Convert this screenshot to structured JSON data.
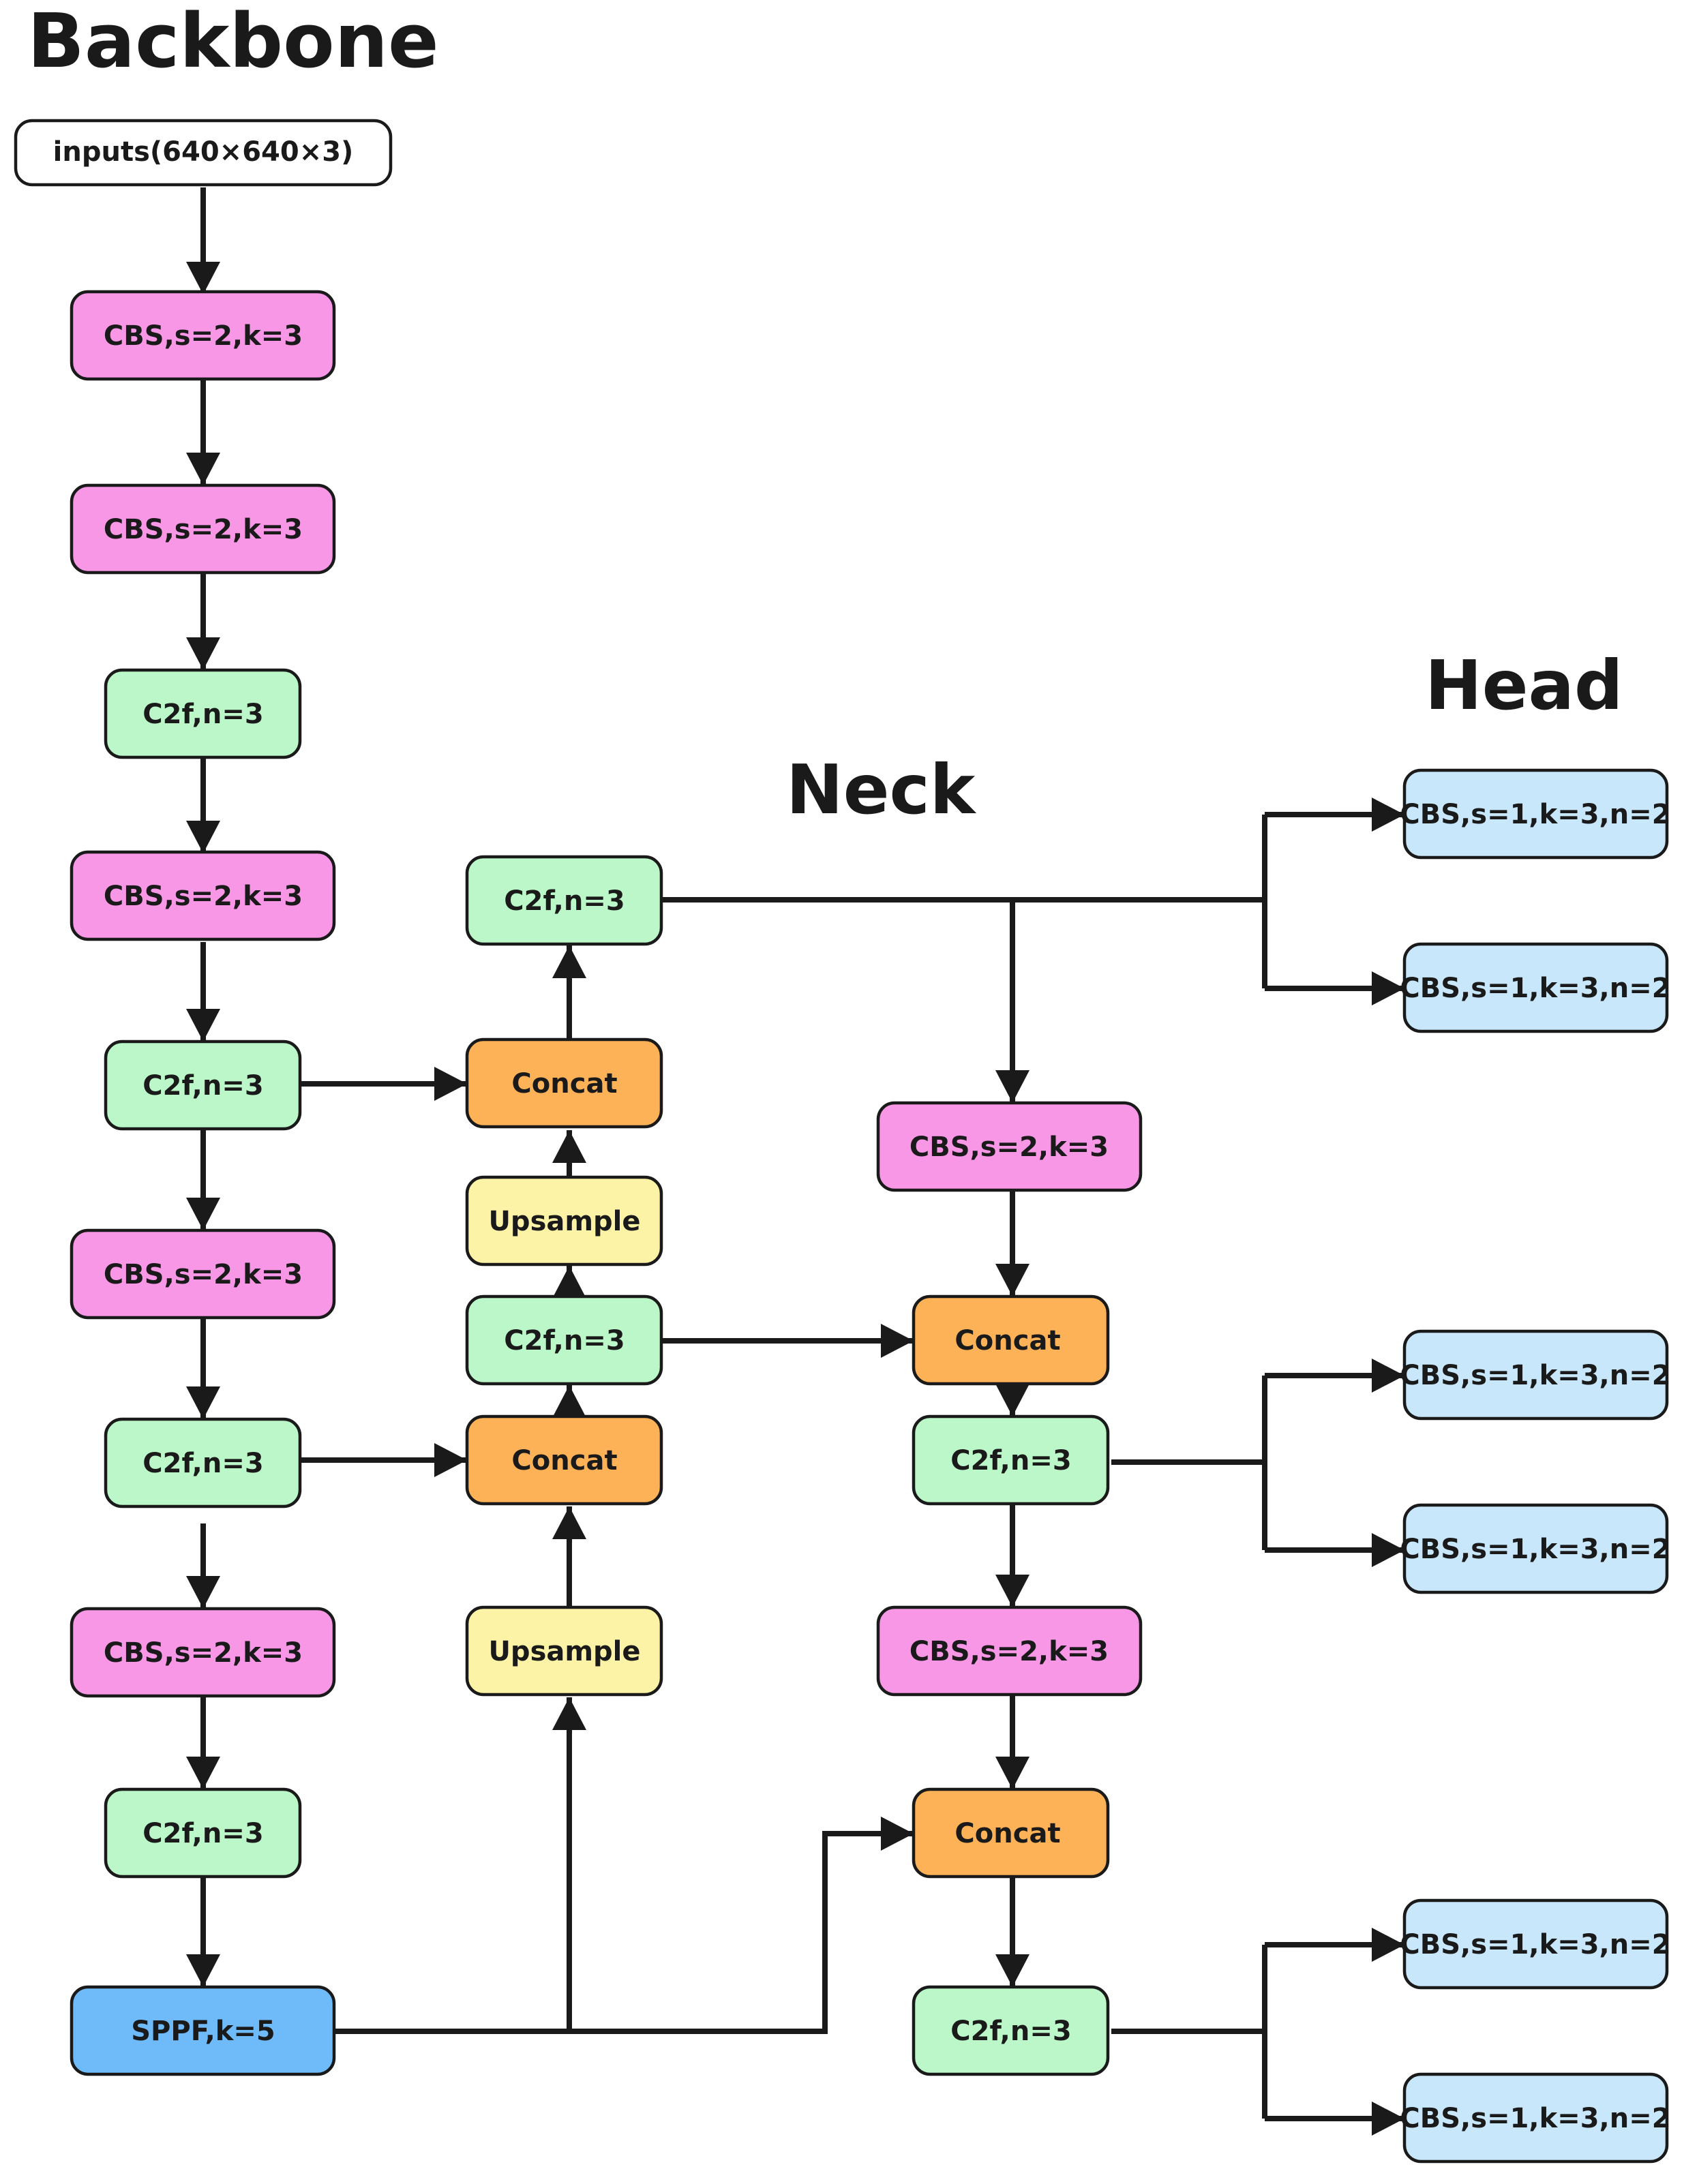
{
  "titles": {
    "backbone": "Backbone",
    "neck": "Neck",
    "head": "Head"
  },
  "colors": {
    "cbs": "#f797e6",
    "c2f": "#bbf7c8",
    "concat": "#fdb257",
    "upsample": "#fdf3a6",
    "sppf": "#6fbaf8",
    "head": "#c8e7fb",
    "input": "#ffffff",
    "line": "#1a1a1a"
  },
  "nodes": {
    "input": "inputs(640×640×3)",
    "bb_cbs_1": "CBS,s=2,k=3",
    "bb_cbs_2": "CBS,s=2,k=3",
    "bb_c2f_1": "C2f,n=3",
    "bb_cbs_3": "CBS,s=2,k=3",
    "bb_c2f_2": "C2f,n=3",
    "bb_cbs_4": "CBS,s=2,k=3",
    "bb_c2f_3": "C2f,n=3",
    "bb_cbs_5": "CBS,s=2,k=3",
    "bb_c2f_4": "C2f,n=3",
    "bb_sppf": "SPPF,k=5",
    "nk_c2f_top": "C2f,n=3",
    "nk_concat_1": "Concat",
    "nk_upsample_1": "Upsample",
    "nk_c2f_mid": "C2f,n=3",
    "nk_concat_2": "Concat",
    "nk_upsample_2": "Upsample",
    "nk_cbs_1": "CBS,s=2,k=3",
    "nk_concat_3": "Concat",
    "nk_c2f_r1": "C2f,n=3",
    "nk_cbs_2": "CBS,s=2,k=3",
    "nk_concat_4": "Concat",
    "nk_c2f_r2": "C2f,n=3",
    "hd_1a": "CBS,s=1,k=3,n=2",
    "hd_1b": "CBS,s=1,k=3,n=2",
    "hd_2a": "CBS,s=1,k=3,n=2",
    "hd_2b": "CBS,s=1,k=3,n=2",
    "hd_3a": "CBS,s=1,k=3,n=2",
    "hd_3b": "CBS,s=1,k=3,n=2"
  }
}
